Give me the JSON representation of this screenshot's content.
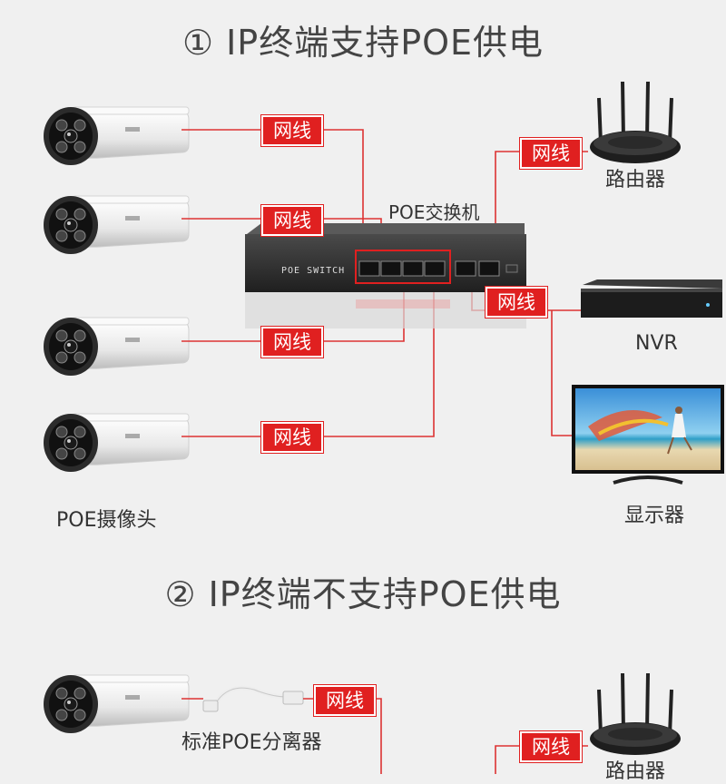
{
  "section1": {
    "heading": "① IP终端支持POE供电",
    "tags": [
      "网线",
      "网线",
      "网线",
      "网线",
      "网线",
      "网线"
    ],
    "camera_caption": "POE摄像头",
    "switch_caption": "POE交换机",
    "switch_label": "POE SWITCH",
    "router_caption": "路由器",
    "nvr_caption": "NVR",
    "monitor_caption": "显示器"
  },
  "section2": {
    "heading": "② IP终端不支持POE供电",
    "tags": [
      "网线",
      "网线"
    ],
    "splitter_caption": "标准POE分离器",
    "router_caption": "路由器"
  },
  "colors": {
    "accent": "#e02020",
    "line": "#d33",
    "background": "#f0f0f0"
  }
}
